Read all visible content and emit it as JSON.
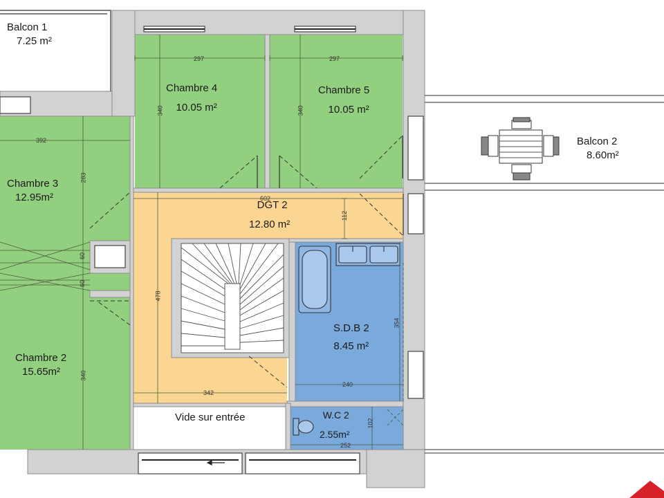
{
  "rooms": {
    "balcon1": {
      "name": "Balcon 1",
      "area": "7.25 m²"
    },
    "chambre4": {
      "name": "Chambre 4",
      "area": "10.05 m²"
    },
    "chambre5": {
      "name": "Chambre 5",
      "area": "10.05 m²"
    },
    "balcon2": {
      "name": "Balcon 2",
      "area": "8.60m²"
    },
    "chambre3": {
      "name": "Chambre 3",
      "area": "12.95m²"
    },
    "dgt2": {
      "name": "DGT 2",
      "area": "12.80 m²"
    },
    "sdb2": {
      "name": "S.D.B 2",
      "area": "8.45 m²"
    },
    "chambre2": {
      "name": "Chambre 2",
      "area": "15.65m²"
    },
    "vide": {
      "name": "Vide sur entrée"
    },
    "wc2": {
      "name": "W.C 2",
      "area": "2.55m²"
    }
  },
  "dimensions": {
    "ch4_width": "297",
    "ch5_width": "297",
    "ch4_height": "340",
    "ch5_height": "340",
    "ch3_width": "392",
    "ch3_height": "283",
    "dgt_width": "602",
    "dgt_depth": "112",
    "dgt_height": "478",
    "dgt_bottom": "342",
    "sdb_height": "354",
    "sdb_width": "240",
    "wc_height": "102",
    "wc_width": "252",
    "corr_a": "60",
    "corr_b": "60",
    "ch2_height": "340"
  },
  "colors": {
    "bedroom": "#92d07f",
    "corridor": "#fbd592",
    "bathroom": "#7aa9dc",
    "wall": "#d2d2d2",
    "wall_outline": "#8c8c8c",
    "dimension_line": "#4a5a3a",
    "logo": "#d6202a"
  }
}
